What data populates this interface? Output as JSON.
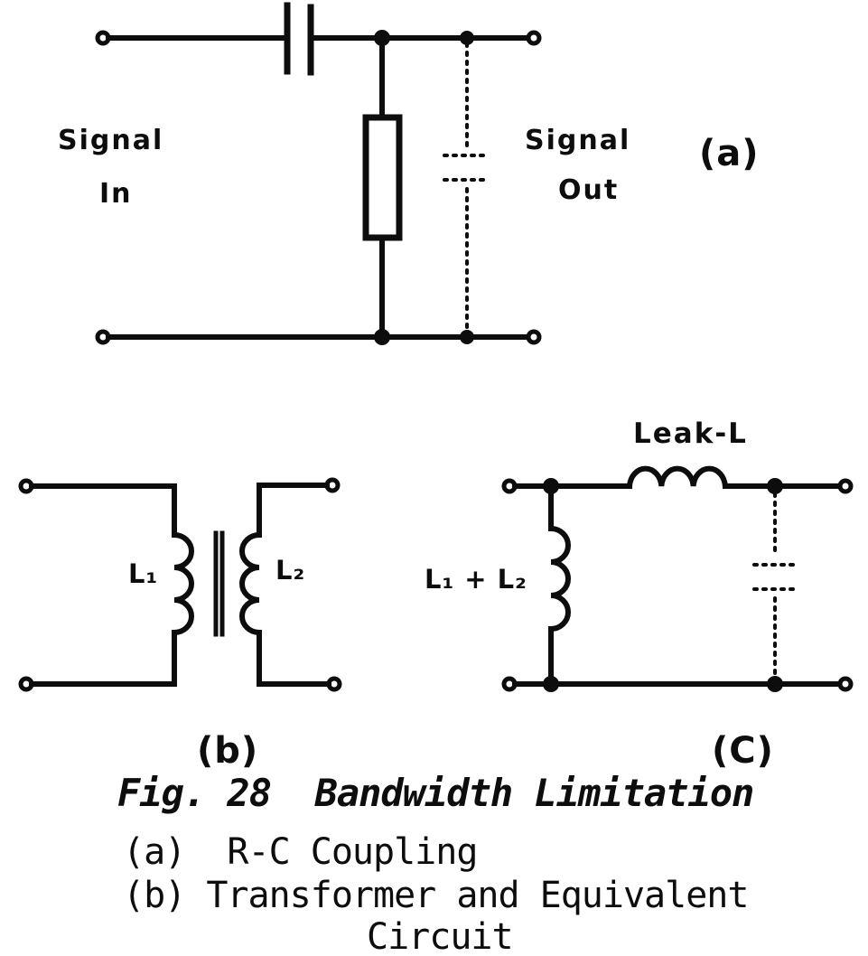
{
  "colors": {
    "ink": "#0d0d0d",
    "paper": "#ffffff"
  },
  "circuit_a": {
    "signal_in_line1": "Signal",
    "signal_in_line2": "In",
    "signal_out_line1": "Signal",
    "signal_out_line2": "Out",
    "label": "(a)"
  },
  "circuit_b": {
    "primary_label": "L₁",
    "secondary_label": "L₂",
    "label": "(b)"
  },
  "circuit_c": {
    "series_inductor_label": "Leak-L",
    "shunt_inductor_label": "L₁ + L₂",
    "label": "(C)"
  },
  "caption": {
    "title": "Fig. 28  Bandwidth Limitation",
    "line_a": "(a)  R-C Coupling",
    "line_b": "(b) Transformer and Equivalent",
    "line_b2": "Circuit"
  }
}
